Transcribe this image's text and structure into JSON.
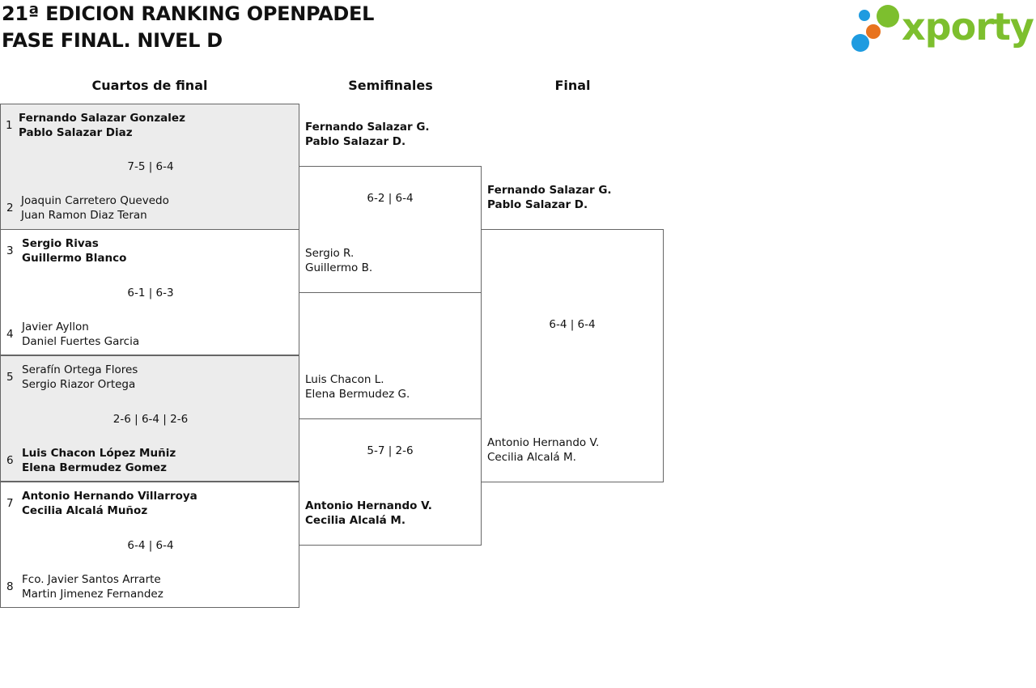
{
  "title": {
    "line1": "21ª EDICION RANKING OPENPADEL",
    "line2": "FASE FINAL. NIVEL D"
  },
  "logo": {
    "text": "xporty",
    "colors": {
      "green": "#7dbf2e",
      "blue": "#1e9be0",
      "orange": "#e8731e"
    }
  },
  "columns": {
    "quarterfinals": "Cuartos de final",
    "semifinals": "Semifinales",
    "final": "Final"
  },
  "quarterfinals": [
    {
      "top": {
        "seed": "1",
        "line1": "Fernando Salazar Gonzalez",
        "line2": "Pablo Salazar Diaz",
        "winner": true
      },
      "score": "7-5 | 6-4",
      "bottom": {
        "seed": "2",
        "line1": "Joaquin Carretero Quevedo",
        "line2": "Juan Ramon Diaz Teran",
        "winner": false
      }
    },
    {
      "top": {
        "seed": "3",
        "line1": "Sergio Rivas",
        "line2": "Guillermo Blanco",
        "winner": true
      },
      "score": "6-1 | 6-3",
      "bottom": {
        "seed": "4",
        "line1": "Javier Ayllon",
        "line2": "Daniel Fuertes Garcia",
        "winner": false
      }
    },
    {
      "top": {
        "seed": "5",
        "line1": "Serafín Ortega Flores",
        "line2": "Sergio Riazor Ortega",
        "winner": false
      },
      "score": "2-6 | 6-4 | 2-6",
      "bottom": {
        "seed": "6",
        "line1": "Luis Chacon López Muñiz",
        "line2": "Elena Bermudez Gomez",
        "winner": true
      }
    },
    {
      "top": {
        "seed": "7",
        "line1": "Antonio Hernando Villarroya",
        "line2": "Cecilia Alcalá Muñoz",
        "winner": true
      },
      "score": "6-4 | 6-4",
      "bottom": {
        "seed": "8",
        "line1": "Fco. Javier Santos Arrarte",
        "line2": "Martin Jimenez Fernandez",
        "winner": false
      }
    }
  ],
  "semifinals": [
    {
      "top": {
        "line1": "Fernando Salazar G.",
        "line2": "Pablo Salazar D.",
        "winner": true
      },
      "score": "6-2 | 6-4",
      "bottom": {
        "line1": "Sergio R.",
        "line2": "Guillermo B.",
        "winner": false
      }
    },
    {
      "top": {
        "line1": "Luis Chacon L.",
        "line2": "Elena Bermudez G.",
        "winner": false
      },
      "score": "5-7 | 2-6",
      "bottom": {
        "line1": "Antonio Hernando V.",
        "line2": "Cecilia Alcalá M.",
        "winner": true
      }
    }
  ],
  "final": {
    "top": {
      "line1": "Fernando Salazar G.",
      "line2": "Pablo Salazar D.",
      "winner": true
    },
    "score": "6-4 | 6-4",
    "bottom": {
      "line1": "Antonio Hernando V.",
      "line2": "Cecilia Alcalá M.",
      "winner": false
    }
  }
}
